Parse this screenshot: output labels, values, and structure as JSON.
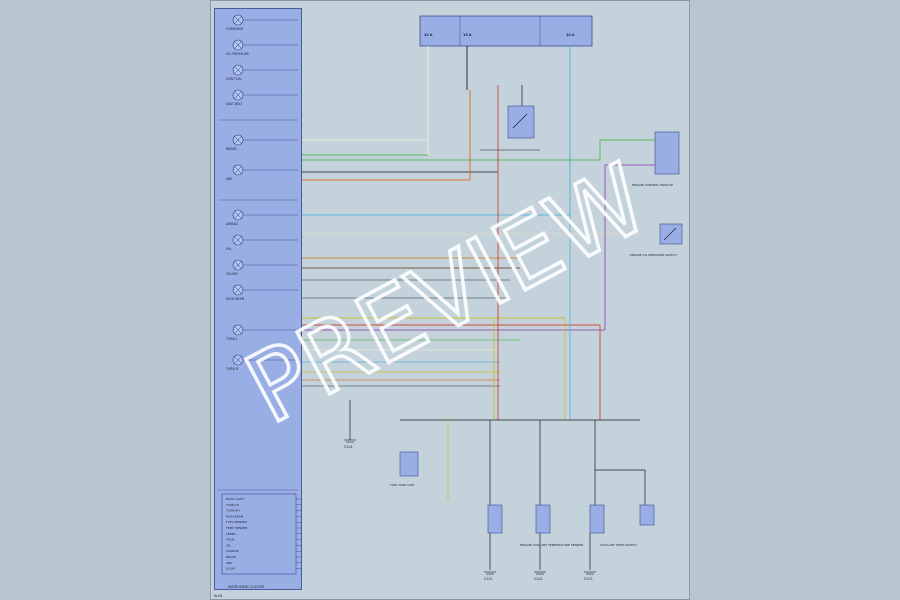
{
  "watermark": "PREVIEW",
  "footer_caption": "INSTRUMENT CLUSTER",
  "page_ref": "W-08",
  "top_fuses": [
    {
      "rating": "10 A"
    },
    {
      "rating": "15 A"
    },
    {
      "rating": "10 A"
    }
  ],
  "cluster_labels": [
    "CHARGING",
    "OIL PRESSURE",
    "LOW FUEL",
    "SEAT BELT",
    "BRAKE",
    "ABS",
    "AIRBAG",
    "MIL",
    "CRUISE",
    "HIGH BEAM",
    "TURN L",
    "TURN R"
  ],
  "cluster_table_rows": [
    "BACK LIGHT",
    "TURN LH",
    "TURN RH",
    "HIGH BEAM",
    "FUEL SENDER",
    "TEMP SENDER",
    "SPEED",
    "TACH",
    "OIL",
    "CHARGE",
    "BRAKE",
    "ABS",
    "ILLUM"
  ],
  "right_components": [
    {
      "name": "ENGINE CONTROL MODULE"
    },
    {
      "name": "ENGINE OIL PRESSURE SWITCH"
    },
    {
      "name": "FUEL TANK UNIT"
    },
    {
      "name": "ENGINE COOLANT TEMPERATURE SENDER"
    },
    {
      "name": "COOLANT TEMP SWITCH"
    }
  ],
  "grounds": [
    "G101",
    "G102",
    "G103",
    "G104"
  ]
}
